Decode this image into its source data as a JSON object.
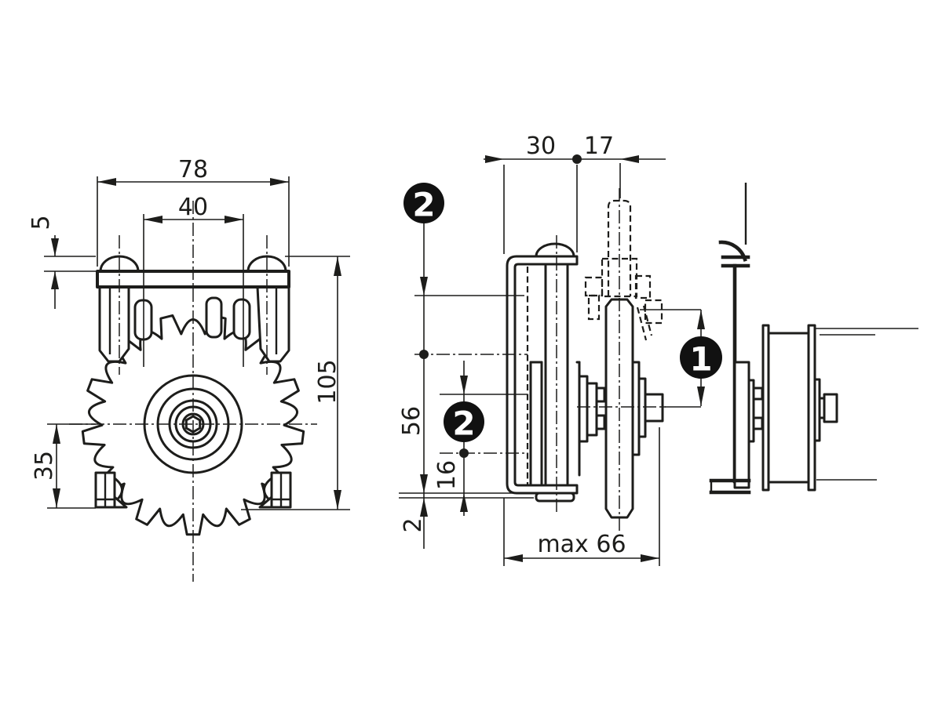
{
  "title": "sprocket-hanger-technical-drawing",
  "colors": {
    "ink": "#1d1d1b",
    "paper": "#ffffff",
    "badge_bg": "#111111",
    "badge_fg": "#ffffff"
  },
  "dims": {
    "front_width": "78",
    "front_hole_spacing": "40",
    "front_dome_height": "5",
    "front_total_height": "105",
    "front_axis_to_bottom": "35",
    "side_depth": "30",
    "side_bolt_offset": "17",
    "side_h56": "56",
    "side_h16": "16",
    "side_plate_thickness": "2",
    "side_max_width": "max 66"
  },
  "callouts": {
    "fixing_top": "2",
    "fixing_mid": "2",
    "adjust": "1"
  }
}
